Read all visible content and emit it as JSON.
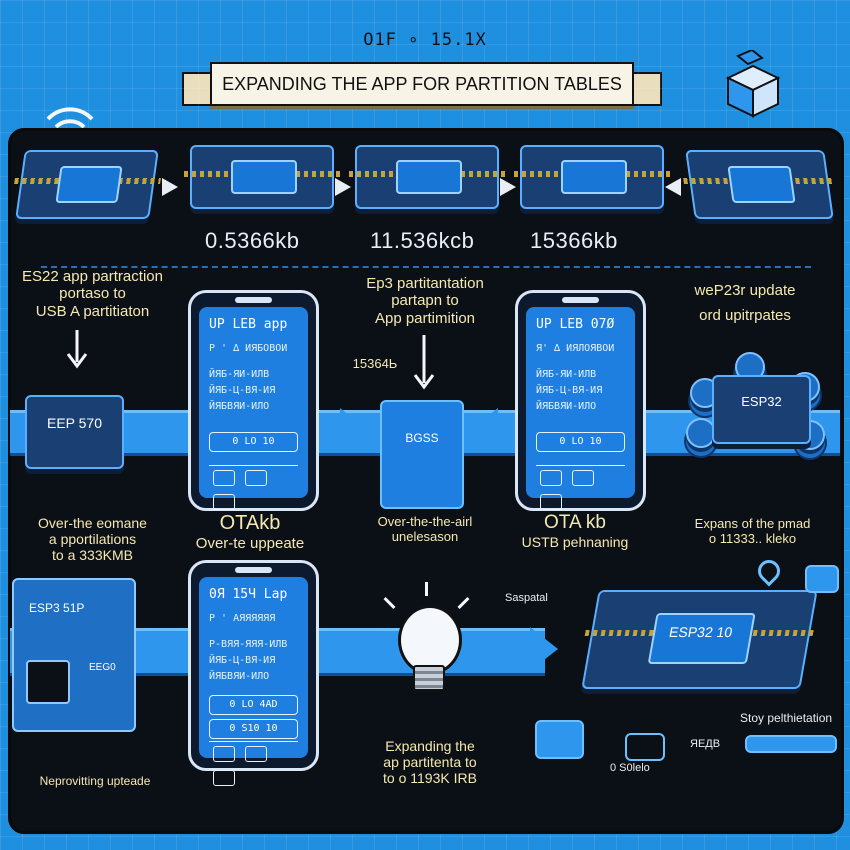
{
  "header": {
    "version": "O1F ∘ 15.1X",
    "banner": "EXPANDING THE APP FOR PARTITION TABLES"
  },
  "top_row": {
    "sizes": [
      "0.5366kb",
      "11.536kcb",
      "15366kb"
    ]
  },
  "middle_row": {
    "left_caption": [
      "ES22 app partraction",
      "portaso to",
      "USB A partitiaton"
    ],
    "left_chip_label": "EEP 570",
    "center_caption": [
      "Ep3 partitantation",
      "partapn to",
      "App partimition"
    ],
    "center_tag": "15364Ь",
    "right_caption": [
      "weP23r update",
      "ord upitrpates"
    ],
    "right_chip_label": "ESP32",
    "phone_left": {
      "title": "UP LEB app",
      "lines": [
        "P ' ∆ ИЯБОВОИ",
        "ЙЯБ-ЯИ-ИЛВ",
        "ЙЯБ-Ц-ВЯ-ИЯ",
        "ЙЯБВЯИ-ИЛО"
      ],
      "button": "0 LO 10"
    },
    "phone_right": {
      "title": "UP LEB 07Ø",
      "lines": [
        "Я' ∆ ИЯЛОЯВОИ",
        "ЙЯБ-ЯИ-ИЛВ",
        "ЙЯБ-Ц-ВЯ-ИЯ",
        "ЙЯБВЯИ-ИЛО"
      ],
      "button": "0 LO 10"
    },
    "center_device_label": "BGSS",
    "captions_below": {
      "left": [
        "Over-the eomane",
        "a pportilations",
        "to a 333KMB"
      ],
      "phone_left": [
        "OTAkb",
        "Over-te uppeate"
      ],
      "center": [
        "Over-the-the-airl",
        "unelesason"
      ],
      "phone_right": [
        "OTA kb",
        "USTB pehnaning"
      ],
      "right": [
        "Expans of the pmad",
        "o 11333.. kleko"
      ]
    }
  },
  "bottom_row": {
    "board_label": "ESP3 51P",
    "board_tag": "EEG0",
    "phone": {
      "title": "0Я 15Ч Lap",
      "lines": [
        "P ' AЯЯЯЯЯЯ",
        "Р-ВЯЯ-ЯЯЯ-ИЛВ",
        "ЙЯБ-Ц-ВЯ-ИЯ",
        "ЙЯБВЯИ-ИЛО"
      ],
      "button1": "0 LO 4AD",
      "button2": "0 S10 10"
    },
    "center_caption": [
      "Expanding the",
      "ap partitenta to",
      "to o 1193K IRB"
    ],
    "left_caption": "Neprovitting upteade",
    "chip_label": "ESP32 10",
    "right_tag1": "Saspatal",
    "right_tag2": "Stoy pelthietation",
    "right_tag3": "0 S0lelo",
    "right_tag4": "ЯЕДВ"
  },
  "colors": {
    "background": "#1f8fe0",
    "panel": "#0b0f16",
    "accent": "#2f96ee",
    "caption_text": "#f5e9b0"
  }
}
